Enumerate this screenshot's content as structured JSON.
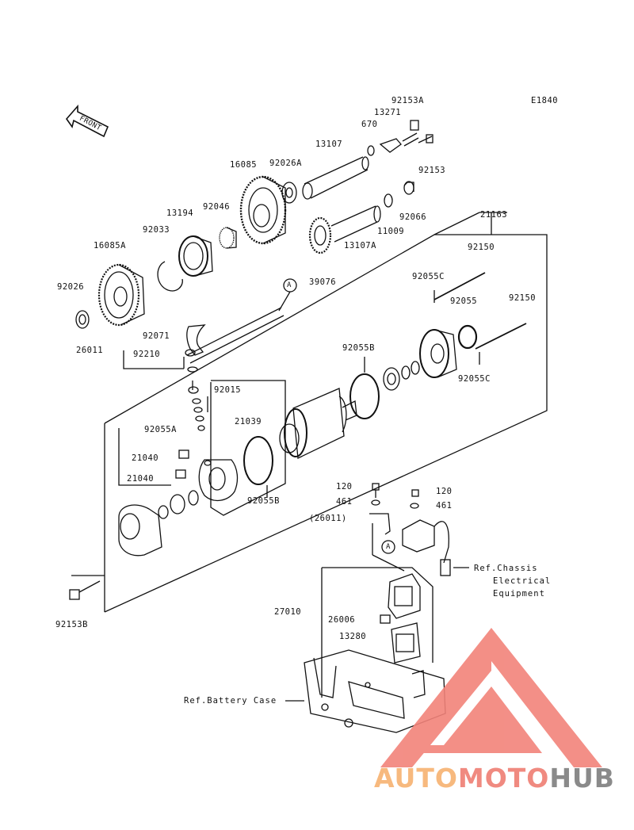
{
  "diagram": {
    "code": "E1840",
    "front_label": "FRONT",
    "circle_ref": "A",
    "parts": [
      {
        "id": "p92153A",
        "text": "92153A"
      },
      {
        "id": "p13271",
        "text": "13271"
      },
      {
        "id": "p670",
        "text": "670"
      },
      {
        "id": "p13107",
        "text": "13107"
      },
      {
        "id": "p92026A",
        "text": "92026A"
      },
      {
        "id": "p16085",
        "text": "16085"
      },
      {
        "id": "p92153",
        "text": "92153"
      },
      {
        "id": "p92046",
        "text": "92046"
      },
      {
        "id": "p13194",
        "text": "13194"
      },
      {
        "id": "p92066",
        "text": "92066"
      },
      {
        "id": "p92033",
        "text": "92033"
      },
      {
        "id": "p11009",
        "text": "11009"
      },
      {
        "id": "p21163",
        "text": "21163"
      },
      {
        "id": "p16085A",
        "text": "16085A"
      },
      {
        "id": "p13107A",
        "text": "13107A"
      },
      {
        "id": "p92150a",
        "text": "92150"
      },
      {
        "id": "p92055C1",
        "text": "92055C"
      },
      {
        "id": "p39076",
        "text": "39076"
      },
      {
        "id": "p92026",
        "text": "92026"
      },
      {
        "id": "p92055",
        "text": "92055"
      },
      {
        "id": "p92150b",
        "text": "92150"
      },
      {
        "id": "p92071",
        "text": "92071"
      },
      {
        "id": "p26011",
        "text": "26011"
      },
      {
        "id": "p92210",
        "text": "92210"
      },
      {
        "id": "p92055B1",
        "text": "92055B"
      },
      {
        "id": "p92055C2",
        "text": "92055C"
      },
      {
        "id": "p92015",
        "text": "92015"
      },
      {
        "id": "p21039",
        "text": "21039"
      },
      {
        "id": "p92055A",
        "text": "92055A"
      },
      {
        "id": "p21040a",
        "text": "21040"
      },
      {
        "id": "p21040b",
        "text": "21040"
      },
      {
        "id": "p120a",
        "text": "120"
      },
      {
        "id": "p120b",
        "text": "120"
      },
      {
        "id": "p461a",
        "text": "461"
      },
      {
        "id": "p461b",
        "text": "461"
      },
      {
        "id": "p92055B2",
        "text": "92055B"
      },
      {
        "id": "p26011b",
        "text": "(26011)"
      },
      {
        "id": "p27010",
        "text": "27010"
      },
      {
        "id": "p26006",
        "text": "26006"
      },
      {
        "id": "p13280",
        "text": "13280"
      },
      {
        "id": "p92153B",
        "text": "92153B"
      }
    ],
    "refs": {
      "chassis_line1": "Ref.Chassis",
      "chassis_line2": "Electrical",
      "chassis_line3": "Equipment",
      "battery_case": "Ref.Battery Case"
    }
  },
  "watermark": {
    "part1": "AUTO",
    "part2": "MOTO",
    "part3": "HUB",
    "colors": {
      "auto": "#f7b97e",
      "moto": "#f08a80",
      "hub": "#8a8a8a",
      "triangle": "#f2837a"
    }
  }
}
